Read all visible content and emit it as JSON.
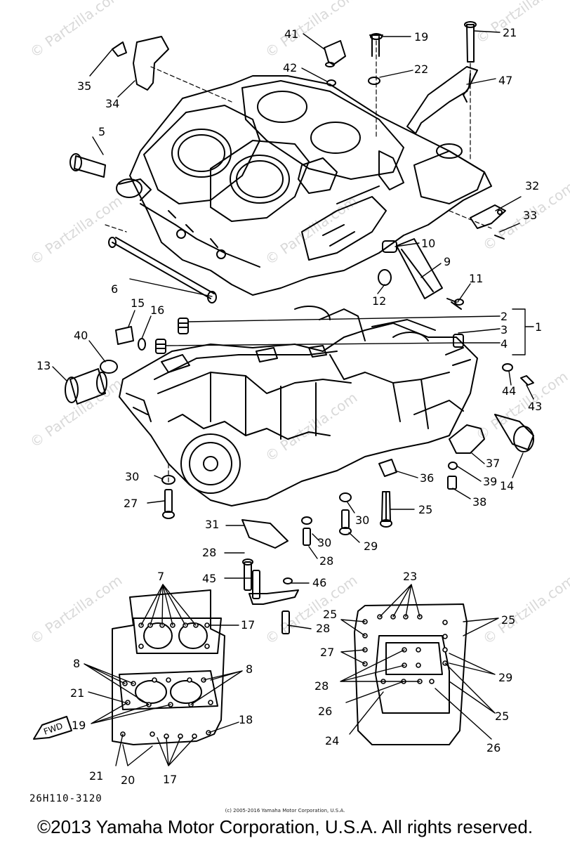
{
  "watermark": {
    "text": "© Partzilla.com"
  },
  "diagram_code": "26H110-3120",
  "small_copyright": "(c) 2005-2016 Yamaha Motor Corporation, U.S.A.",
  "copyright": "©2013 Yamaha Motor Corporation, U.S.A. All rights reserved.",
  "fwd_label": "FWD",
  "callouts": {
    "c41": "41",
    "c19a": "19",
    "c21a": "21",
    "c42": "42",
    "c22": "22",
    "c47": "47",
    "c35": "35",
    "c34": "34",
    "c5": "5",
    "c32": "32",
    "c33": "33",
    "c10": "10",
    "c9": "9",
    "c6": "6",
    "c11": "11",
    "c12": "12",
    "c15": "15",
    "c16": "16",
    "c2": "2",
    "c3": "3",
    "c1": "1",
    "c4": "4",
    "c40": "40",
    "c13": "13",
    "c44": "44",
    "c43": "43",
    "c37": "37",
    "c39": "39",
    "c14": "14",
    "c38": "38",
    "c36": "36",
    "c30a": "30",
    "c27a": "27",
    "c25a": "25",
    "c30b": "30",
    "c29a": "29",
    "c31": "31",
    "c30c": "30",
    "c28a": "28",
    "c28b": "28",
    "c45": "45",
    "c46": "46",
    "c28c": "28",
    "c7": "7",
    "c17a": "17",
    "c23": "23",
    "c25b": "25",
    "c25c": "25",
    "c8a": "8",
    "c8b": "8",
    "c27b": "27",
    "c21b": "21",
    "c29b": "29",
    "c28d": "28",
    "c19b": "19",
    "c26a": "26",
    "c25d": "25",
    "c18": "18",
    "c21c": "21",
    "c20": "20",
    "c17b": "17",
    "c24": "24",
    "c26b": "26"
  }
}
